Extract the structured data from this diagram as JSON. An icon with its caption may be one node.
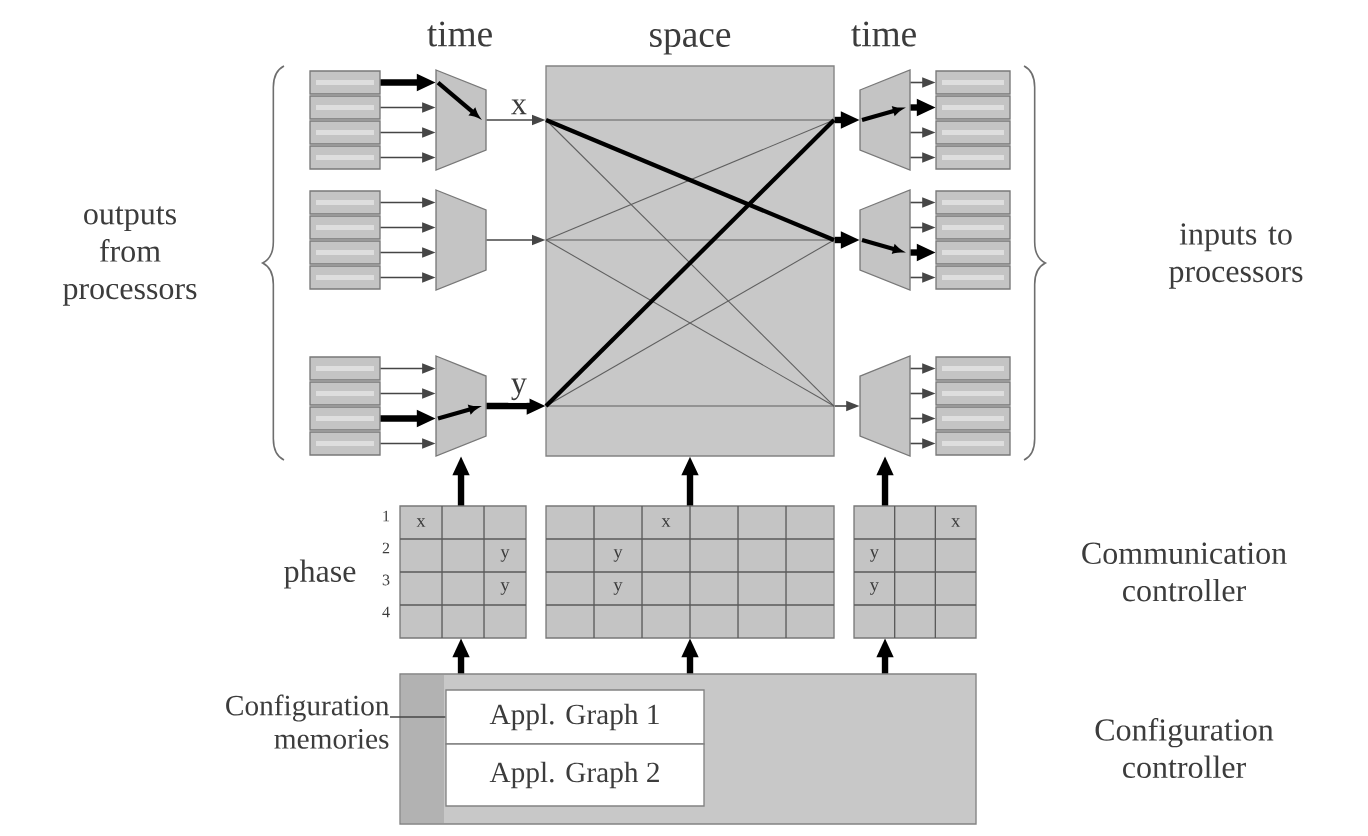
{
  "diagram": {
    "nodes": [
      {
        "text": [],
        "shape": "stack"
      },
      {
        "text": [],
        "shape": "stack"
      },
      {
        "text": [],
        "shape": "stack"
      },
      {
        "text": [],
        "shape": "trapezoid"
      },
      {
        "text": [],
        "shape": "trapezoid"
      },
      {
        "text": [],
        "shape": "trapezoid"
      },
      {
        "text": [
          "space"
        ]
      },
      {
        "text": [],
        "shape": "trapezoid"
      },
      {
        "text": [],
        "shape": "trapezoid"
      },
      {
        "text": [],
        "shape": "trapezoid"
      },
      {
        "text": [],
        "shape": "stack"
      },
      {
        "text": [],
        "shape": "stack"
      },
      {
        "text": [],
        "shape": "stack"
      },
      {
        "text": [],
        "shape": "grid",
        "beside": [
          "Communication controller"
        ]
      },
      {
        "text": [],
        "shape": "box",
        "beside": [
          "Configuration controller"
        ]
      },
      {
        "text": [
          "Appl. Graph 1"
        ],
        "in": 14
      },
      {
        "text": [
          "Appl. Graph 2"
        ],
        "in": 14
      },
      {
        "text": [
          "Configuration memories"
        ]
      }
    ],
    "edges": [
      {
        "from": 0,
        "to": 3,
        "arrow": "to",
        "style": "thick"
      },
      {
        "from": 0,
        "to": 3,
        "arrow": "to"
      },
      {
        "from": 0,
        "to": 3,
        "arrow": "to"
      },
      {
        "from": 0,
        "to": 3,
        "arrow": "to"
      },
      {
        "from": 1,
        "to": 4,
        "arrow": "to"
      },
      {
        "from": 1,
        "to": 4,
        "arrow": "to"
      },
      {
        "from": 1,
        "to": 4,
        "arrow": "to"
      },
      {
        "from": 1,
        "to": 4,
        "arrow": "to"
      },
      {
        "from": 2,
        "to": 5,
        "arrow": "to"
      },
      {
        "from": 2,
        "to": 5,
        "arrow": "to"
      },
      {
        "from": 2,
        "to": 5,
        "arrow": "to",
        "style": "thick"
      },
      {
        "from": 2,
        "to": 5,
        "arrow": "to"
      },
      {
        "from": 3,
        "to": 6,
        "arrow": "to",
        "label": "x"
      },
      {
        "from": 4,
        "to": 6,
        "arrow": "to"
      },
      {
        "from": 5,
        "to": 6,
        "arrow": "to",
        "label": "y",
        "style": "thick"
      },
      {
        "from": 6,
        "to": 7,
        "arrow": "to",
        "style": "thick"
      },
      {
        "from": 6,
        "to": 8,
        "arrow": "to",
        "style": "thick"
      },
      {
        "from": 6,
        "to": 9,
        "arrow": "to"
      },
      {
        "from": 7,
        "to": 10,
        "arrow": "to"
      },
      {
        "from": 7,
        "to": 10,
        "arrow": "to",
        "style": "thick"
      },
      {
        "from": 7,
        "to": 10,
        "arrow": "to"
      },
      {
        "from": 7,
        "to": 10,
        "arrow": "to"
      },
      {
        "from": 8,
        "to": 11,
        "arrow": "to"
      },
      {
        "from": 8,
        "to": 11,
        "arrow": "to"
      },
      {
        "from": 8,
        "to": 11,
        "arrow": "to",
        "style": "thick"
      },
      {
        "from": 8,
        "to": 11,
        "arrow": "to"
      },
      {
        "from": 9,
        "to": 12,
        "arrow": "to"
      },
      {
        "from": 9,
        "to": 12,
        "arrow": "to"
      },
      {
        "from": 9,
        "to": 12,
        "arrow": "to"
      },
      {
        "from": 9,
        "to": 12,
        "arrow": "to"
      },
      {
        "from": 13,
        "to": 5,
        "arrow": "to",
        "style": "thick"
      },
      {
        "from": 13,
        "to": 6,
        "arrow": "to",
        "style": "thick"
      },
      {
        "from": 13,
        "to": 9,
        "arrow": "to",
        "style": "thick"
      },
      {
        "from": 14,
        "to": 13,
        "arrow": "to",
        "style": "thick"
      },
      {
        "from": 14,
        "to": 13,
        "arrow": "to",
        "style": "thick"
      },
      {
        "from": 14,
        "to": 13,
        "arrow": "to",
        "style": "thick"
      },
      {
        "from": 17,
        "to": 15,
        "arrow": "none"
      }
    ],
    "labels": [
      "time",
      "time",
      "outputs from processors",
      "inputs to processors",
      "phase",
      "1",
      "2",
      "3",
      "4",
      "x",
      "x",
      "x",
      "y",
      "y",
      "y",
      "y",
      "y",
      "y"
    ]
  }
}
